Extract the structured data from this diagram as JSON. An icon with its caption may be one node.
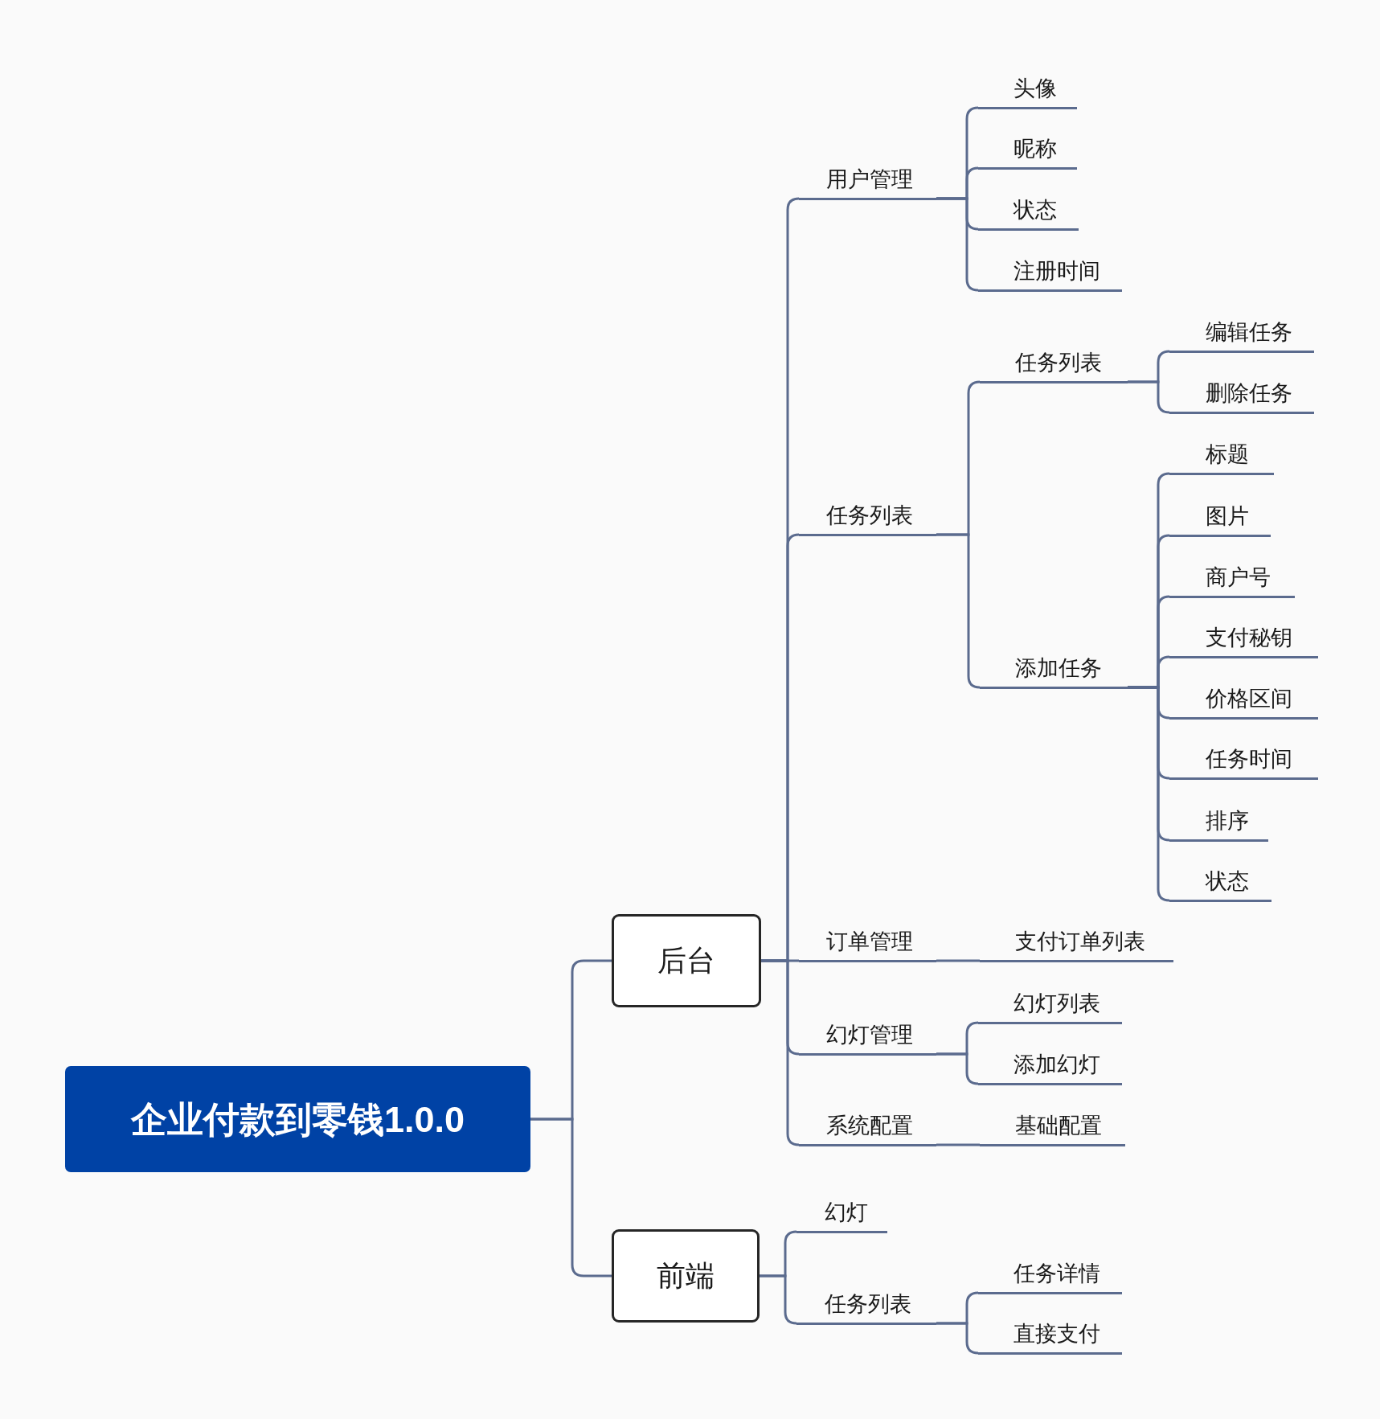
{
  "diagram": {
    "nodes": [
      {
        "text": [
          "企业付款到零钱1.0.0"
        ]
      },
      {
        "text": [
          "后台"
        ]
      },
      {
        "text": [
          "用户管理"
        ]
      },
      {
        "text": [
          "头像"
        ]
      },
      {
        "text": [
          "昵称"
        ]
      },
      {
        "text": [
          "状态"
        ]
      },
      {
        "text": [
          "注册时间"
        ]
      },
      {
        "text": [
          "任务列表"
        ]
      },
      {
        "text": [
          "任务列表"
        ]
      },
      {
        "text": [
          "编辑任务"
        ]
      },
      {
        "text": [
          "删除任务"
        ]
      },
      {
        "text": [
          "添加任务"
        ]
      },
      {
        "text": [
          "标题"
        ]
      },
      {
        "text": [
          "图片"
        ]
      },
      {
        "text": [
          "商户号"
        ]
      },
      {
        "text": [
          "支付秘钥"
        ]
      },
      {
        "text": [
          "价格区间"
        ]
      },
      {
        "text": [
          "任务时间"
        ]
      },
      {
        "text": [
          "排序"
        ]
      },
      {
        "text": [
          "状态"
        ]
      },
      {
        "text": [
          "订单管理"
        ]
      },
      {
        "text": [
          "支付订单列表"
        ]
      },
      {
        "text": [
          "幻灯管理"
        ]
      },
      {
        "text": [
          "幻灯列表"
        ]
      },
      {
        "text": [
          "添加幻灯"
        ]
      },
      {
        "text": [
          "系统配置"
        ]
      },
      {
        "text": [
          "基础配置"
        ]
      },
      {
        "text": [
          "前端"
        ]
      },
      {
        "text": [
          "幻灯"
        ]
      },
      {
        "text": [
          "任务列表"
        ]
      },
      {
        "text": [
          "任务详情"
        ]
      },
      {
        "text": [
          "直接支付"
        ]
      }
    ],
    "edges": [
      {
        "from": 0,
        "to": 1,
        "arrow": "none"
      },
      {
        "from": 0,
        "to": 27,
        "arrow": "none"
      },
      {
        "from": 1,
        "to": 2,
        "arrow": "none"
      },
      {
        "from": 2,
        "to": 3,
        "arrow": "none"
      },
      {
        "from": 2,
        "to": 4,
        "arrow": "none"
      },
      {
        "from": 2,
        "to": 5,
        "arrow": "none"
      },
      {
        "from": 2,
        "to": 6,
        "arrow": "none"
      },
      {
        "from": 1,
        "to": 7,
        "arrow": "none"
      },
      {
        "from": 7,
        "to": 8,
        "arrow": "none"
      },
      {
        "from": 8,
        "to": 9,
        "arrow": "none"
      },
      {
        "from": 8,
        "to": 10,
        "arrow": "none"
      },
      {
        "from": 7,
        "to": 11,
        "arrow": "none"
      },
      {
        "from": 11,
        "to": 12,
        "arrow": "none"
      },
      {
        "from": 11,
        "to": 13,
        "arrow": "none"
      },
      {
        "from": 11,
        "to": 14,
        "arrow": "none"
      },
      {
        "from": 11,
        "to": 15,
        "arrow": "none"
      },
      {
        "from": 11,
        "to": 16,
        "arrow": "none"
      },
      {
        "from": 11,
        "to": 17,
        "arrow": "none"
      },
      {
        "from": 11,
        "to": 18,
        "arrow": "none"
      },
      {
        "from": 11,
        "to": 19,
        "arrow": "none"
      },
      {
        "from": 1,
        "to": 20,
        "arrow": "none"
      },
      {
        "from": 20,
        "to": 21,
        "arrow": "none"
      },
      {
        "from": 1,
        "to": 22,
        "arrow": "none"
      },
      {
        "from": 22,
        "to": 23,
        "arrow": "none"
      },
      {
        "from": 22,
        "to": 24,
        "arrow": "none"
      },
      {
        "from": 1,
        "to": 25,
        "arrow": "none"
      },
      {
        "from": 25,
        "to": 26,
        "arrow": "none"
      },
      {
        "from": 27,
        "to": 28,
        "arrow": "none"
      },
      {
        "from": 27,
        "to": 29,
        "arrow": "none"
      },
      {
        "from": 29,
        "to": 30,
        "arrow": "none"
      },
      {
        "from": 29,
        "to": 31,
        "arrow": "none"
      }
    ]
  }
}
